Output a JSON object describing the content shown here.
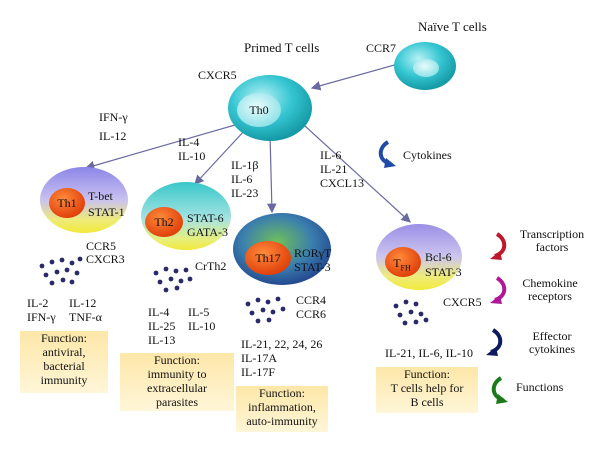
{
  "naive": {
    "label": "Naïve T cells",
    "receptor": "CCR7"
  },
  "primed": {
    "label": "Primed T cells",
    "receptor": "CXCR5",
    "cell": "Th0"
  },
  "th1": {
    "name": "Th1",
    "tf": [
      "T-bet",
      "STAT-1"
    ],
    "inducers": [
      "IFN-γ",
      "IL-12"
    ],
    "chemokines": [
      "CCR5",
      "CXCR3"
    ],
    "cytokines": [
      "IL-2",
      "IL-12",
      "IFN-γ",
      "TNF-α"
    ],
    "function": "Function:\nantiviral,\nbacterial\nimmunity"
  },
  "th2": {
    "name": "Th2",
    "tf": [
      "STAT-6",
      "GATA-3"
    ],
    "inducers": [
      "IL-4",
      "IL-10"
    ],
    "chemokines": [
      "CrTh2"
    ],
    "cytokines": [
      "IL-4",
      "IL-5",
      "IL-25",
      "IL-10",
      "IL-13"
    ],
    "function": "Function:\nimmunity to\nextracellular\nparasites"
  },
  "th17": {
    "name": "Th17",
    "tf": [
      "RORγT",
      "STAT-3"
    ],
    "inducers": [
      "IL-1β",
      "IL-6",
      "IL-23"
    ],
    "chemokines": [
      "CCR4",
      "CCR6"
    ],
    "cytokines": [
      "IL-21, 22, 24, 26",
      "IL-17A",
      "IL-17F"
    ],
    "function": "Function:\ninflammation,\nauto-immunity"
  },
  "tfh": {
    "name": "T",
    "name_sub": "FH",
    "tf": [
      "Bcl-6",
      "STAT-3"
    ],
    "inducers": [
      "IL-6",
      "IL-21",
      "CXCL13"
    ],
    "chemokines": [
      "CXCR5"
    ],
    "cytokines": [
      "IL-21, IL-6, IL-10"
    ],
    "function": "Function:\nT cells help for\nB cells"
  },
  "legend": {
    "cytokines": "Cytokines",
    "transcription": "Transcription\nfactors",
    "chemokine": "Chemokine\nreceptors",
    "effector": "Effector\ncytokines",
    "functions": "Functions"
  },
  "colors": {
    "cytokine_arrow": "#1f4aa8",
    "transcription_arrow": "#c0182a",
    "chemokine_arrow": "#b0169a",
    "effector_arrow": "#0d1a5c",
    "function_arrow": "#1a7a1a"
  }
}
